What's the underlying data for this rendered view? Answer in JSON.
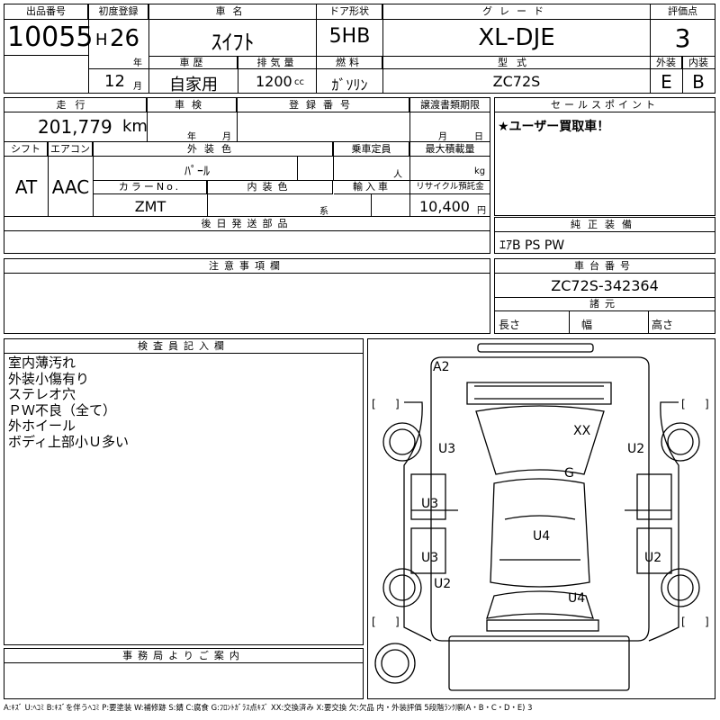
{
  "header": {
    "lot_label": "出品番号",
    "lot_no": "10055",
    "first_reg_label": "初度登録",
    "era": "H",
    "year": "26",
    "year_unit": "年",
    "month": "12",
    "month_unit": "月",
    "car_name_label": "車名",
    "car_name": "ｽｲﾌﾄ",
    "history_label": "車歴",
    "history": "自家用",
    "disp_label": "排気量",
    "disp": "1200",
    "disp_unit": "cc",
    "door_label": "ドア形状",
    "door": "5HB",
    "fuel_label": "燃料",
    "fuel": "ｶﾞｿﾘﾝ",
    "grade_label": "グレード",
    "grade": "XL-DJE",
    "model_label": "型式",
    "model": "ZC72S",
    "score_label": "評価点",
    "score": "3",
    "ext_label": "外装",
    "ext": "E",
    "int_label": "内装",
    "int": "B"
  },
  "row2": {
    "mileage_label": "走行",
    "mileage": "201,779",
    "mileage_unit": "km",
    "inspection_label": "車検",
    "insp_year_unit": "年",
    "insp_month_unit": "月",
    "reg_no_label": "登録番号",
    "transfer_label": "譲渡書類期限",
    "transfer_month_unit": "月",
    "transfer_day_unit": "日",
    "sales_label": "セールスポイント",
    "sales": "★ユーザー買取車！"
  },
  "row3": {
    "shift_label": "シフト",
    "shift": "AT",
    "ac_label": "エアコン",
    "ac": "AAC",
    "ext_color_label": "外装色",
    "ext_color": "ﾊﾟｰﾙ",
    "seats_label": "乗車定員",
    "seats_unit": "人",
    "load_label": "最大積載量",
    "load_unit": "kg",
    "color_no_label": "カラーNo.",
    "color_no": "ZMT",
    "int_color_label": "内装色",
    "int_color_unit": "系",
    "import_label": "輸入車",
    "recycle_label": "リサイクル預託金",
    "recycle": "10,400",
    "recycle_unit": "円"
  },
  "later_parts_label": "後日発送部品",
  "equipment_label": "純正装備",
  "equipment": "ｴｱB PS PW",
  "notes_label": "注意事項欄",
  "chassis_label": "車台番号",
  "chassis": "ZC72S-342364",
  "dims_label": "諸元",
  "len_label": "長さ",
  "width_label": "幅",
  "height_label": "高さ",
  "inspector_label": "検査員記入欄",
  "inspector_notes": [
    "室内薄汚れ",
    "外装小傷有り",
    "ステレオ穴",
    "ＰＷ不良（全て）",
    "外ホイール",
    "ボディ上部小Ｕ多い"
  ],
  "office_label": "事務局よりご案内",
  "legend": "A:ｷｽﾞ U:ﾍｺﾐ B:ｷｽﾞを伴うﾍｺﾐ P:要塗装 W:補修跡 S:錆 C:腐食 G:ﾌﾛﾝﾄｶﾞﾗｽ点ｷｽﾞ XX:交換済み X:要交換 欠:欠品 内・外装評価 5段階ﾗﾝｸ順(A・B・C・D・E) 3",
  "diagram": {
    "bracket": "[　]",
    "marks": [
      "A2",
      "XX",
      "U3",
      "U2",
      "G",
      "U3",
      "U4",
      "U3",
      "U2",
      "U2",
      "U4"
    ]
  }
}
